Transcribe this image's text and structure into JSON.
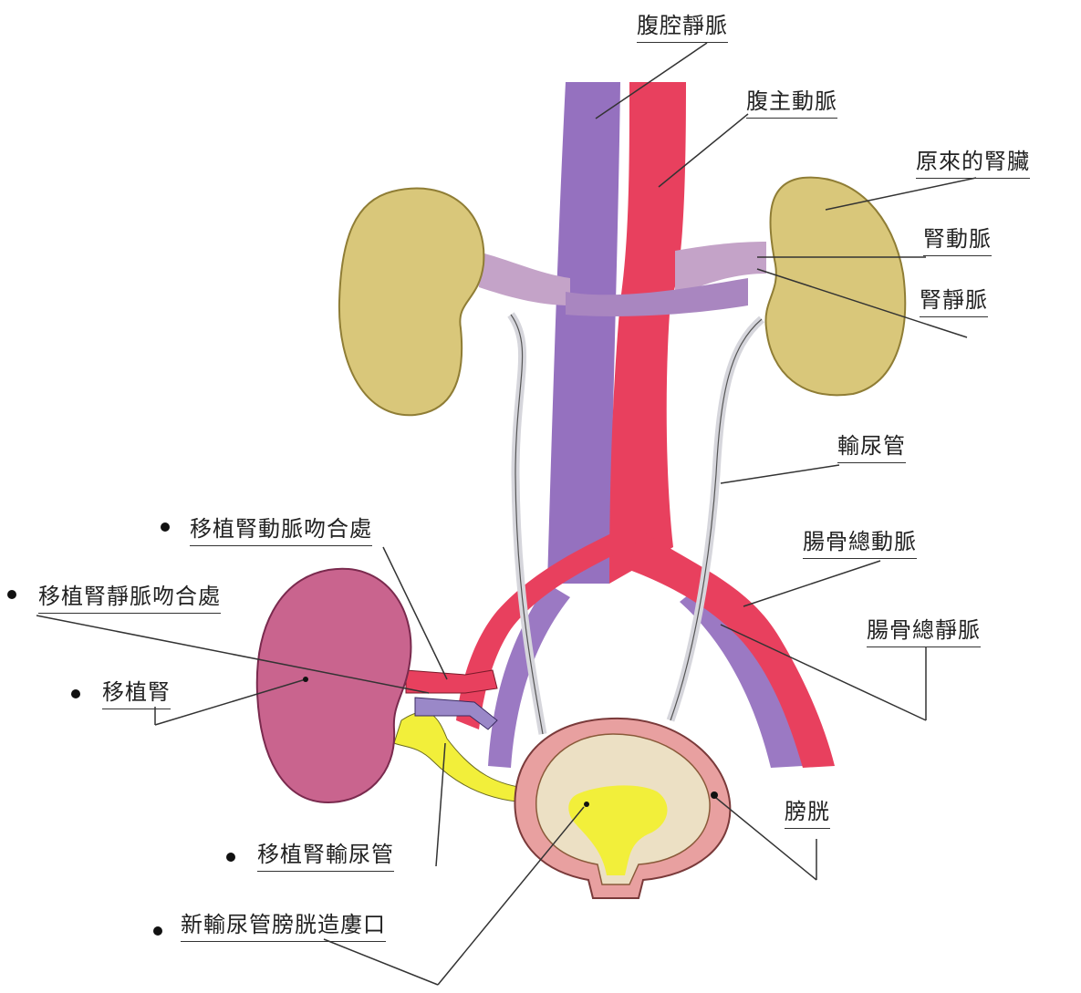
{
  "labels": {
    "ivc": "腹腔靜脈",
    "aorta": "腹主動脈",
    "original_kidney": "原來的腎臟",
    "renal_artery": "腎動脈",
    "renal_vein": "腎靜脈",
    "ureter": "輸尿管",
    "iliac_artery": "腸骨總動脈",
    "iliac_vein": "腸骨總靜脈",
    "bladder": "膀胱",
    "graft_artery_anastomosis": "移植腎動脈吻合處",
    "graft_vein_anastomosis": "移植腎靜脈吻合處",
    "graft_kidney": "移植腎",
    "graft_ureter": "移植腎輸尿管",
    "neo_ureterocystostomy": "新輸尿管膀胱造廔口"
  },
  "colors": {
    "artery": "#e8405e",
    "vein": "#8a62b8",
    "kidney": "#d9c77a",
    "graft_kidney": "#c9648e",
    "graft_ureter": "#f2ef3a",
    "bladder_wall": "#e8a0a0",
    "bladder_lumen": "#ece0c4",
    "ureter": "#e6e6ea"
  }
}
